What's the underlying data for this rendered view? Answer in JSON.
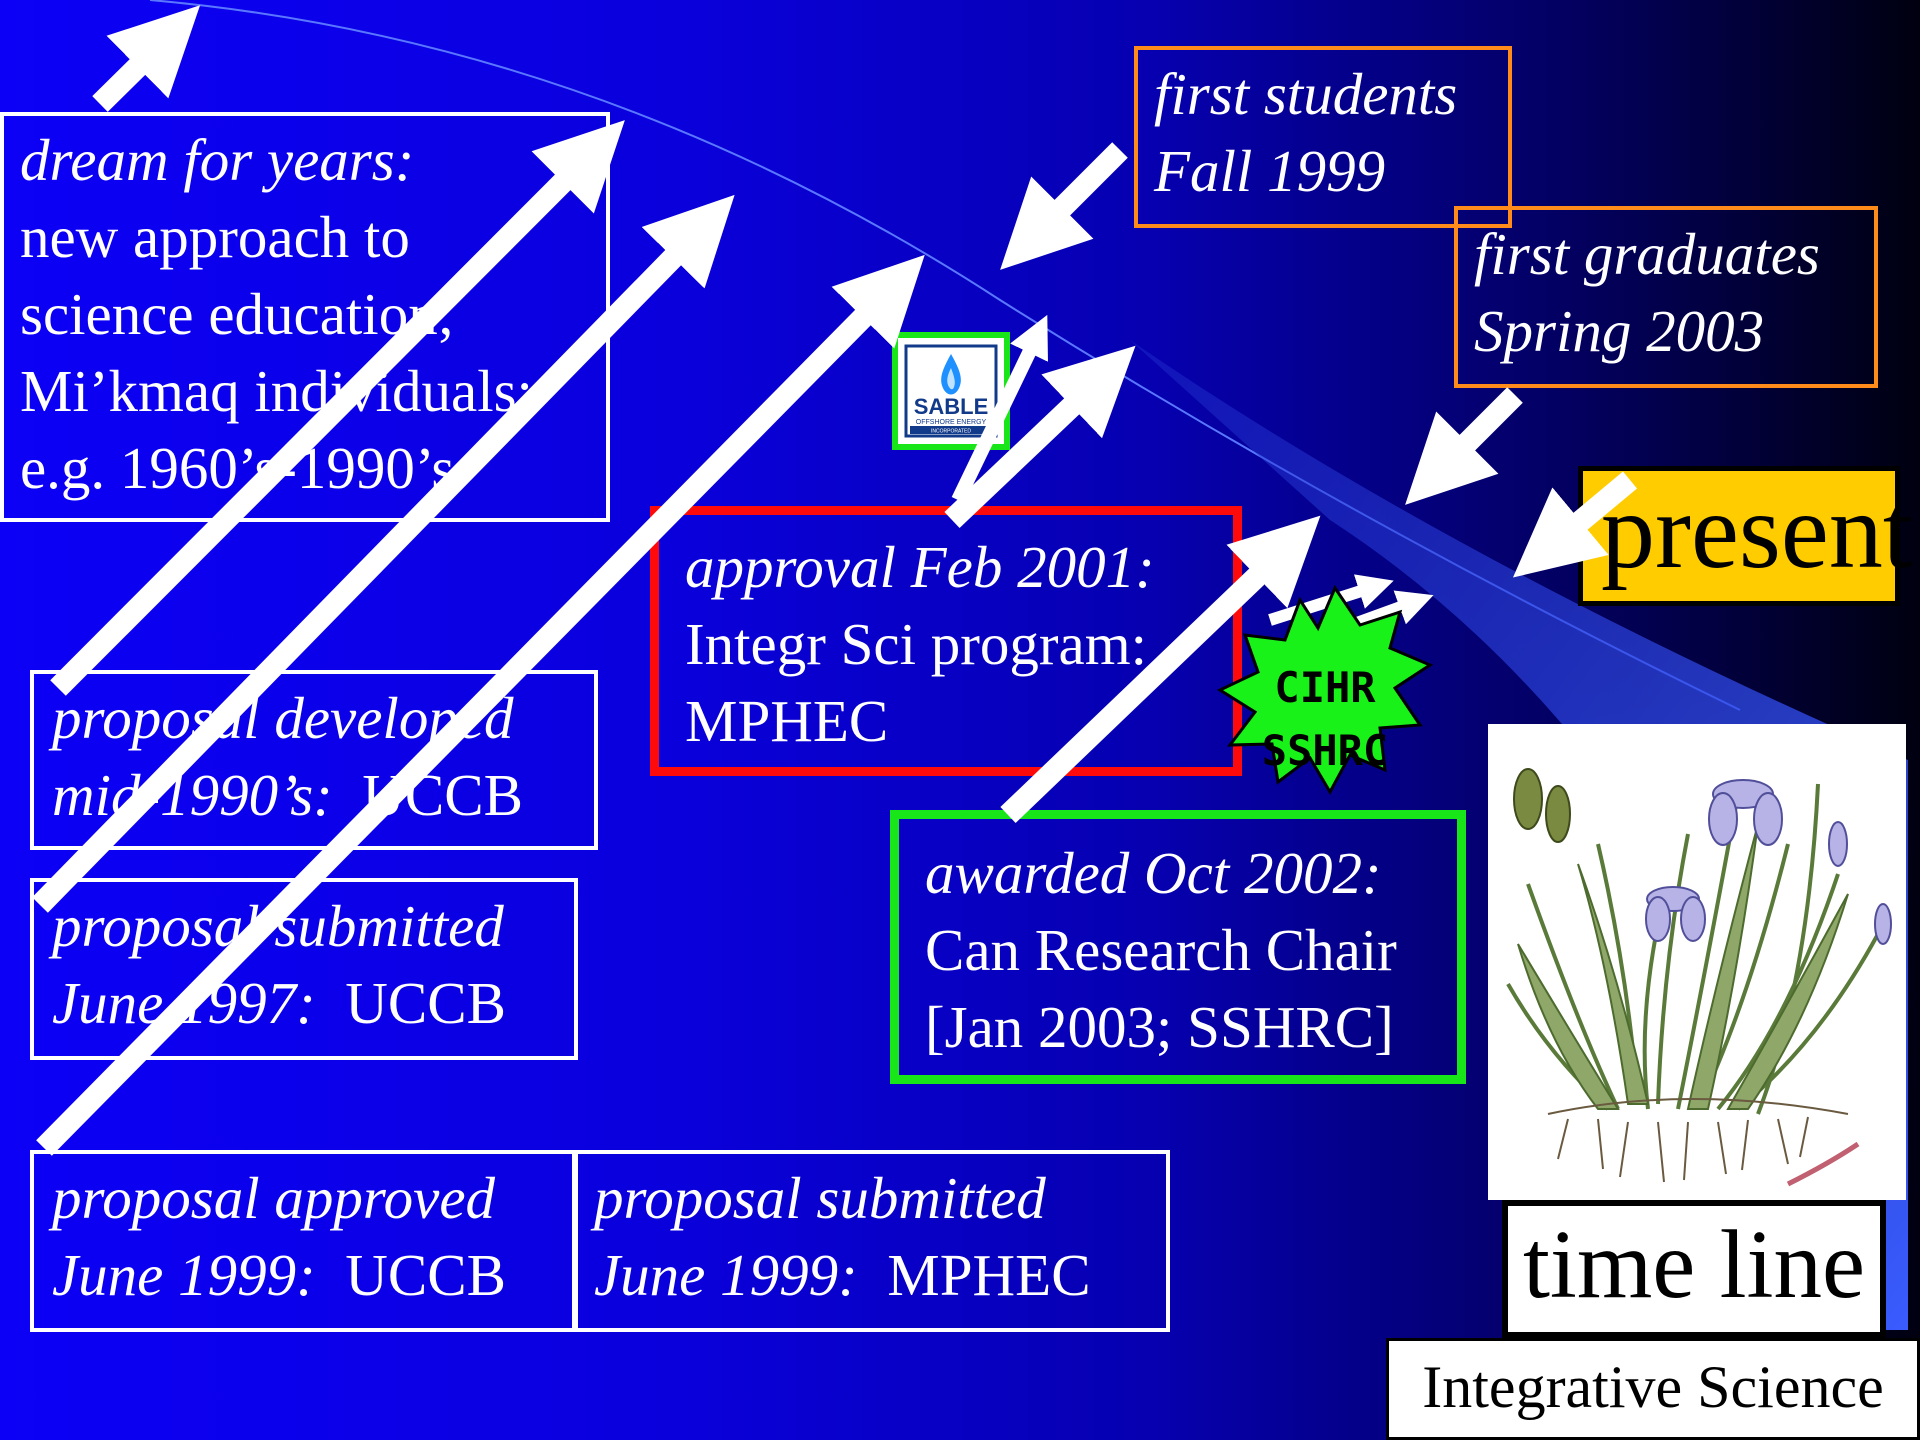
{
  "boxes": {
    "dream": {
      "line1": "dream for years:",
      "line2": "new approach to",
      "line3": "science education;",
      "line4": "Mi’kmaq individuals;",
      "line5": "e.g. 1960’s-1990’s"
    },
    "developed": {
      "line1": "proposal developed",
      "line2_italic": "mid-1990’s:",
      "line2_rest": "  UCCB"
    },
    "submitted1997": {
      "line1": "proposal submitted",
      "line2_italic": "June 1997:",
      "line2_rest": "  UCCB"
    },
    "approved1999": {
      "line1": "proposal approved",
      "line2_italic": "June 1999:",
      "line2_rest": "  UCCB"
    },
    "submitted1999": {
      "line1": "proposal submitted",
      "line2_italic": "June 1999:",
      "line2_rest": "  MPHEC"
    },
    "approval2001": {
      "line1": "approval  Feb 2001:",
      "line2": "Integr Sci program:",
      "line3": "MPHEC"
    },
    "awarded2002": {
      "line1": "awarded  Oct 2002:",
      "line2": "Can Research Chair",
      "line3": "[Jan 2003; SSHRC]"
    },
    "firstStudents": {
      "line1": "first students",
      "line2": "Fall 1999"
    },
    "firstGraduates": {
      "line1": "first graduates",
      "line2": "Spring 2003"
    }
  },
  "burst": {
    "line1": "CIHR",
    "line2": "SSHRC"
  },
  "logo": {
    "name": "SABLE",
    "sub1": "OFFSHORE ENERGY",
    "sub2": "INCORPORATED"
  },
  "labels": {
    "present": "present",
    "timeline": "time line",
    "integrative": "Integrative Science"
  },
  "colors": {
    "background": "#0a00e0",
    "orange": "#ff8c1a",
    "red": "#ff0a0a",
    "green": "#19e619",
    "gold": "#ffcc00"
  },
  "icons": [
    "arrow-icon",
    "starburst-icon",
    "iris-plant-illustration",
    "sable-logo-icon"
  ]
}
